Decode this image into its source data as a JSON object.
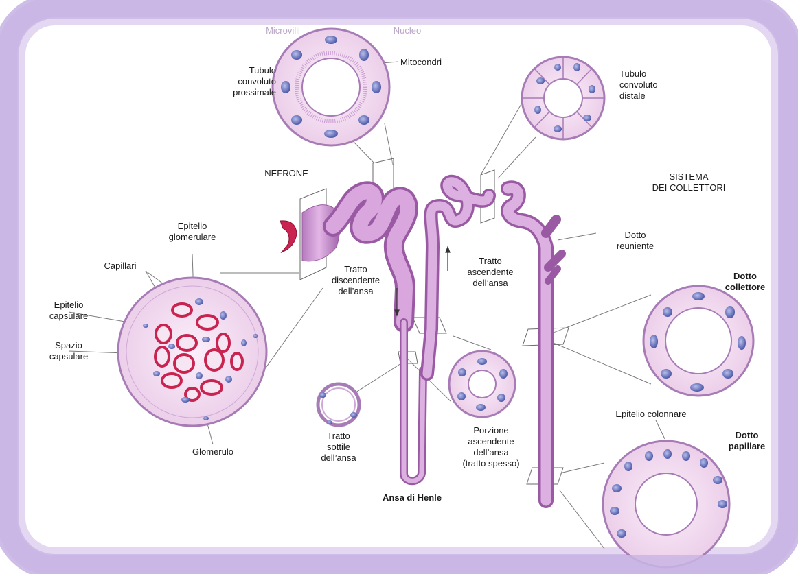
{
  "labels": {
    "microvilli": "Microvilli",
    "nucleo": "Nucleo",
    "mitocondri": "Mitocondri",
    "tubulo_prossimale": "Tubulo\nconvoluto\nprossimale",
    "tubulo_distale": "Tubulo\nconvoluto\ndistale",
    "nefrone": "NEFRONE",
    "sistema_collettori": "SISTEMA\nDEI COLLETTORI",
    "epitelio_glomerulare": "Epitelio\nglomerulare",
    "capillari": "Capillari",
    "epitelio_capsulare": "Epitelio\ncapsulare",
    "spazio_capsulare": "Spazio\ncapsulare",
    "glomerulo": "Glomerulo",
    "tratto_discendente": "Tratto\ndiscendente\ndell’ansa",
    "tratto_ascendente": "Tratto\nascendente\ndell’ansa",
    "dotto_reuniente": "Dotto\nreuniente",
    "dotto_collettore": "Dotto\ncollettore",
    "tratto_sottile": "Tratto\nsottile\ndell’ansa",
    "porzione_ascendente": "Porzione\nascendente\ndell’ansa\n(tratto spesso)",
    "ansa_henle": "Ansa di Henle",
    "epitelio_colonnare": "Epitelio colonnare",
    "dotto_papillare": "Dotto\npapillare"
  },
  "colors": {
    "frame": "#c9b6e4",
    "tubule": "#c98fcf",
    "tubule_dark": "#9a5aa3",
    "cell_fill": "#f2d9ef",
    "cell_line": "#a77bb6",
    "nucleus": "#6c78c4",
    "capillary": "#c8244f"
  }
}
